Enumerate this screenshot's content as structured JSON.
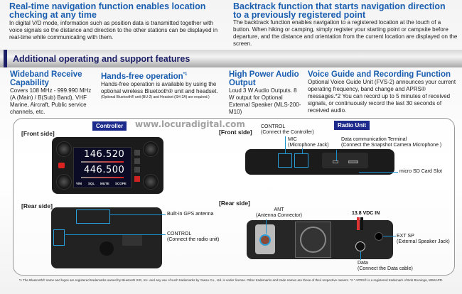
{
  "top_left": {
    "title": "Real-time navigation function enables location checking at any time",
    "body": "In digital V/D mode, information such as position data is transmitted together with voice signals so the distance and direction to the other stations can be displayed in real-time while communicating with them."
  },
  "top_right": {
    "title": "Backtrack function that starts navigation direction to a previously registered point",
    "body": "The backtrack function enables navigation to a registered location at the touch of a button. When hiking or camping, simply register your starting point or campsite before departure, and the distance and orientation from the current location are displayed on the screen."
  },
  "banner": {
    "title": "Additional operating and support features",
    "accent": "#1c1f66"
  },
  "features": [
    {
      "title": "Wideband Receive Capability",
      "body": "Covers 108 MHz - 999.990 MHz (A (Main) / B(Sub) Band), VHF Marine, Aircraft, Public service channels, etc."
    },
    {
      "title": "Hands-free operation",
      "sup": "*1",
      "body": "Hands-free operation is available by using the optional wireless Bluetooth® unit and headset.",
      "note": "(Optional Bluetooth® unit (BU-2) and Headset (SH-2A) are required.)"
    },
    {
      "title": "High Power Audio Output",
      "body": "Loud 3 W Audio Outputs. 8 W output for Optional External Speaker (MLS-200-M10)"
    },
    {
      "title": "Voice Guide and Recording Function",
      "body": "Optional Voice Guide Unit (FVS-2) announces your current operating frequency, band change and APRS® messages.*2 You can record up to 5 minutes of received signals, or continuously record the last 30 seconds of received audio."
    }
  ],
  "watermark": "www.locuradigital.com",
  "controller": {
    "badge": "Controller",
    "front": "[Front side]",
    "rear": "[Rear side]",
    "freq_a": "146.520",
    "freq_b": "446.500",
    "softkeys": [
      "V/M",
      "SQL",
      "MUTE",
      "SCOPE"
    ],
    "labels": {
      "gps": "Built-in GPS antenna",
      "control": "CONTROL",
      "control_sub": "(Connect the radio unit)"
    }
  },
  "radio": {
    "badge": "Radio Unit",
    "front": "[Front side]",
    "rear": "[Rear side]",
    "labels": {
      "control": "CONTROL",
      "control_sub": "(Connect the Controller)",
      "mic": "MIC",
      "mic_sub": "(Microphone Jack)",
      "data_term": "Data communication Terminal",
      "data_term_sub": "(Connect the Snapshot Camera Microphone )",
      "sd": "micro SD Card Slot",
      "ant": "ANT",
      "ant_sub": "(Antenna Connector)",
      "dc": "13.8 VDC IN",
      "extsp": "EXT SP",
      "extsp_sub": "(External Speaker Jack)",
      "data": "Data",
      "data_sub": "(Connect the Data cable)"
    }
  },
  "footnote": "*1 The Bluetooth® name and logos are registered trademarks owned by Bluetooth SIG, Inc. and any use of such trademarks by Yaesu Co., Ltd. is under license. Other trademarks and trade names are those of their respective owners.  *2 \" APRS® is a registered trademark of Bob Bruninga, WB4APR."
}
